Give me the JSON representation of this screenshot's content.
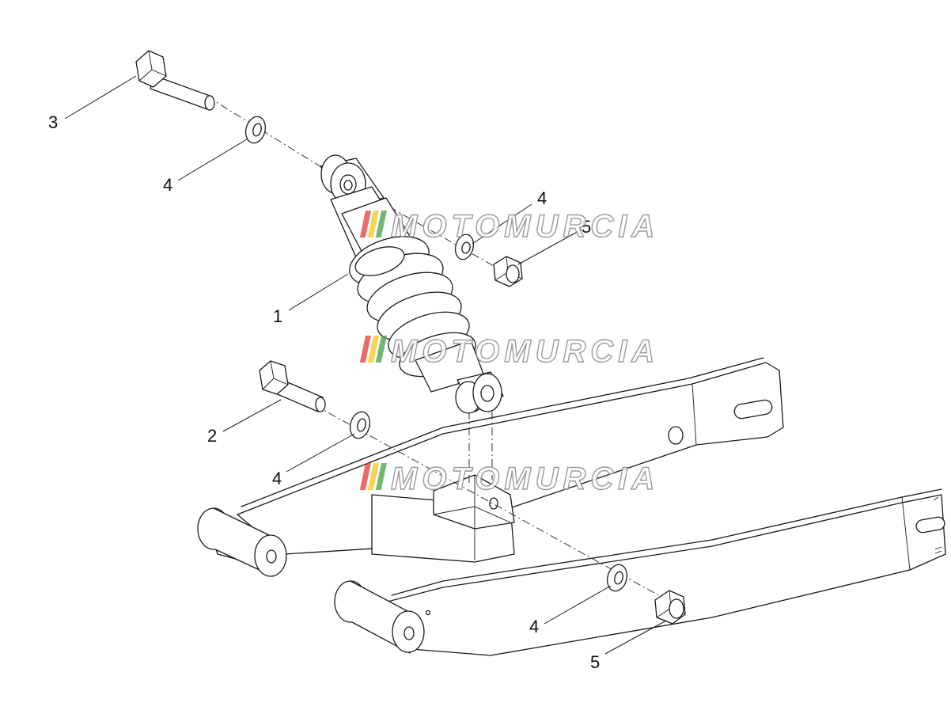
{
  "callouts": {
    "c1": "1",
    "c2": "2",
    "c3": "3",
    "c4a": "4",
    "c4b": "4",
    "c4c": "4",
    "c4d": "4",
    "c5a": "5",
    "c5b": "5"
  },
  "watermark": {
    "text": "MOTOMURCIA",
    "stripe_colors": [
      "#e53935",
      "#f5c518",
      "#43a047"
    ]
  }
}
